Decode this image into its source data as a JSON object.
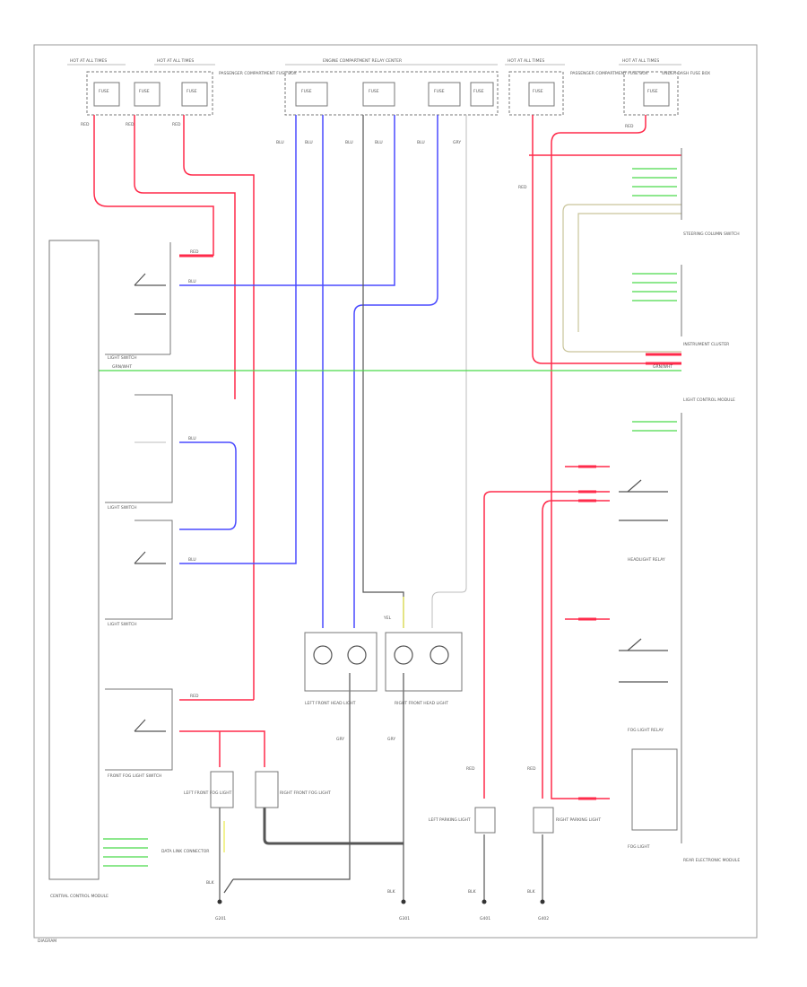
{
  "colors": {
    "red": "#ff2a4a",
    "blue": "#4a4aff",
    "green": "#4ad94a",
    "yellow": "#e9e94a",
    "tan": "#c9c49a",
    "gray": "#555555"
  },
  "header": {
    "group_left_a": "HOT AT ALL TIMES",
    "group_left_b": "HOT AT ALL TIMES",
    "group_center": "ENGINE COMPARTMENT RELAY CENTER",
    "group_right_a": "HOT AT ALL TIMES",
    "group_right_b": "HOT AT ALL TIMES",
    "fuse_box_left": "PASSENGER COMPARTMENT FUSE BOX",
    "fuse_box_right": "PASSENGER COMPARTMENT FUSE BOX",
    "fuse_box_far_right": "UNDER-DASH FUSE BOX"
  },
  "fuses": [
    "FUSE",
    "FUSE",
    "FUSE",
    "FUSE",
    "FUSE",
    "FUSE",
    "FUSE",
    "FUSE",
    "FUSE"
  ],
  "left_components": {
    "switch_1": "LIGHT SWITCH",
    "switch_2": "LIGHT SWITCH",
    "switch_3": "LIGHT SWITCH",
    "fog_switch": "FRONT FOG LIGHT SWITCH",
    "central_unit": "CENTRAL CONTROL MODULE",
    "data_link": "DATA LINK CONNECTOR"
  },
  "center_components": {
    "left_headlight": "LEFT FRONT HEAD LIGHT",
    "right_headlight": "RIGHT FRONT HEAD LIGHT",
    "left_fog": "LEFT FRONT FOG LIGHT",
    "right_fog": "RIGHT FRONT FOG LIGHT",
    "left_turn": "LEFT PARKING LIGHT",
    "right_turn": "RIGHT PARKING LIGHT"
  },
  "right_components": {
    "steering_column": "STEERING COLUMN SWITCH",
    "instrument": "INSTRUMENT CLUSTER",
    "light_module": "LIGHT CONTROL MODULE",
    "headlight_relay": "HEADLIGHT RELAY",
    "fog_relay": "FOG LIGHT RELAY",
    "rear_module": "REAR ELECTRONIC MODULE",
    "fog_lamp": "FOG LIGHT"
  },
  "wire_labels": {
    "red": "RED",
    "blue": "BLU",
    "green": "GRN/WHT",
    "yellow": "YEL",
    "gray": "GRY",
    "black": "BLK"
  },
  "grounds": [
    "G201",
    "G301",
    "G401",
    "G402"
  ],
  "footer": "DIAGRAM"
}
